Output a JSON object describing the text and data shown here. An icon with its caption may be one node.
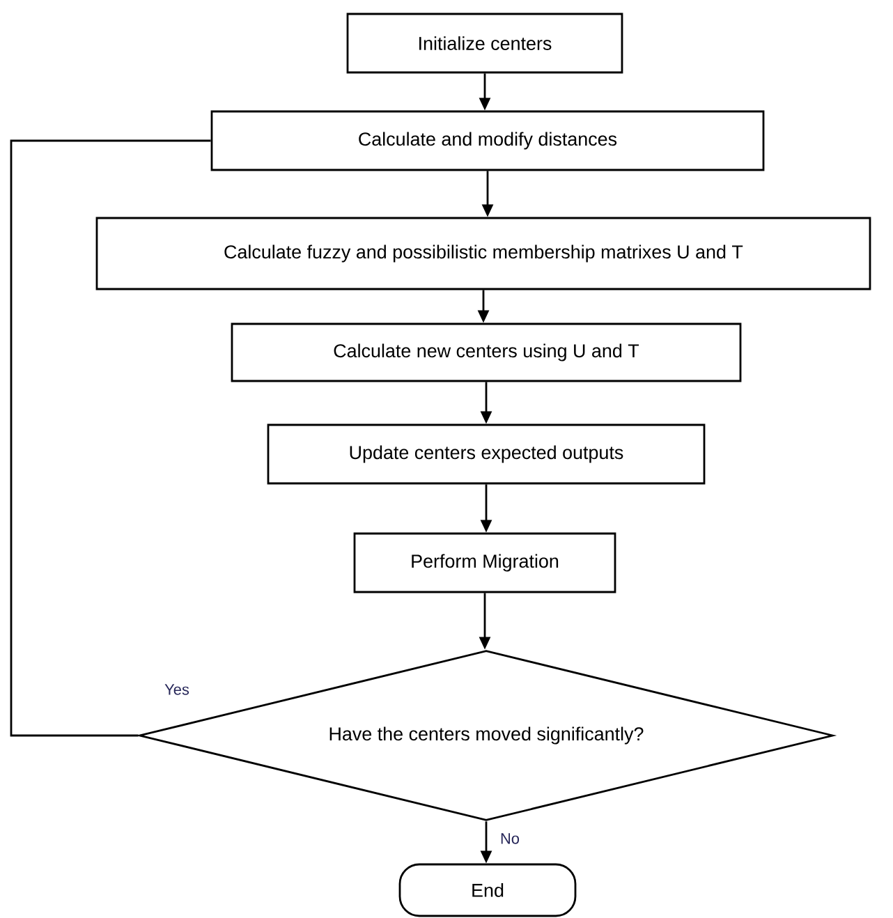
{
  "diagram": {
    "nodes": [
      {
        "text": [
          "Initialize centers"
        ]
      },
      {
        "text": [
          "Calculate and modify distances"
        ]
      },
      {
        "text": [
          "Calculate fuzzy and possibilistic membership matrixes U and T"
        ]
      },
      {
        "text": [
          "Calculate new centers using U and T"
        ]
      },
      {
        "text": [
          "Update centers expected outputs"
        ]
      },
      {
        "text": [
          "Perform Migration"
        ]
      },
      {
        "text": [
          "Have the centers moved significantly?"
        ]
      },
      {
        "text": [
          "End"
        ]
      }
    ],
    "edges": [
      {
        "from": 0,
        "to": 1,
        "arrow": "to"
      },
      {
        "from": 1,
        "to": 2,
        "arrow": "to"
      },
      {
        "from": 2,
        "to": 3,
        "arrow": "to"
      },
      {
        "from": 3,
        "to": 4,
        "arrow": "to"
      },
      {
        "from": 4,
        "to": 5,
        "arrow": "to"
      },
      {
        "from": 5,
        "to": 6,
        "arrow": "to"
      },
      {
        "from": 6,
        "to": 1,
        "arrow": "none",
        "label": "Yes"
      },
      {
        "from": 6,
        "to": 7,
        "arrow": "to",
        "label": "No"
      }
    ]
  }
}
